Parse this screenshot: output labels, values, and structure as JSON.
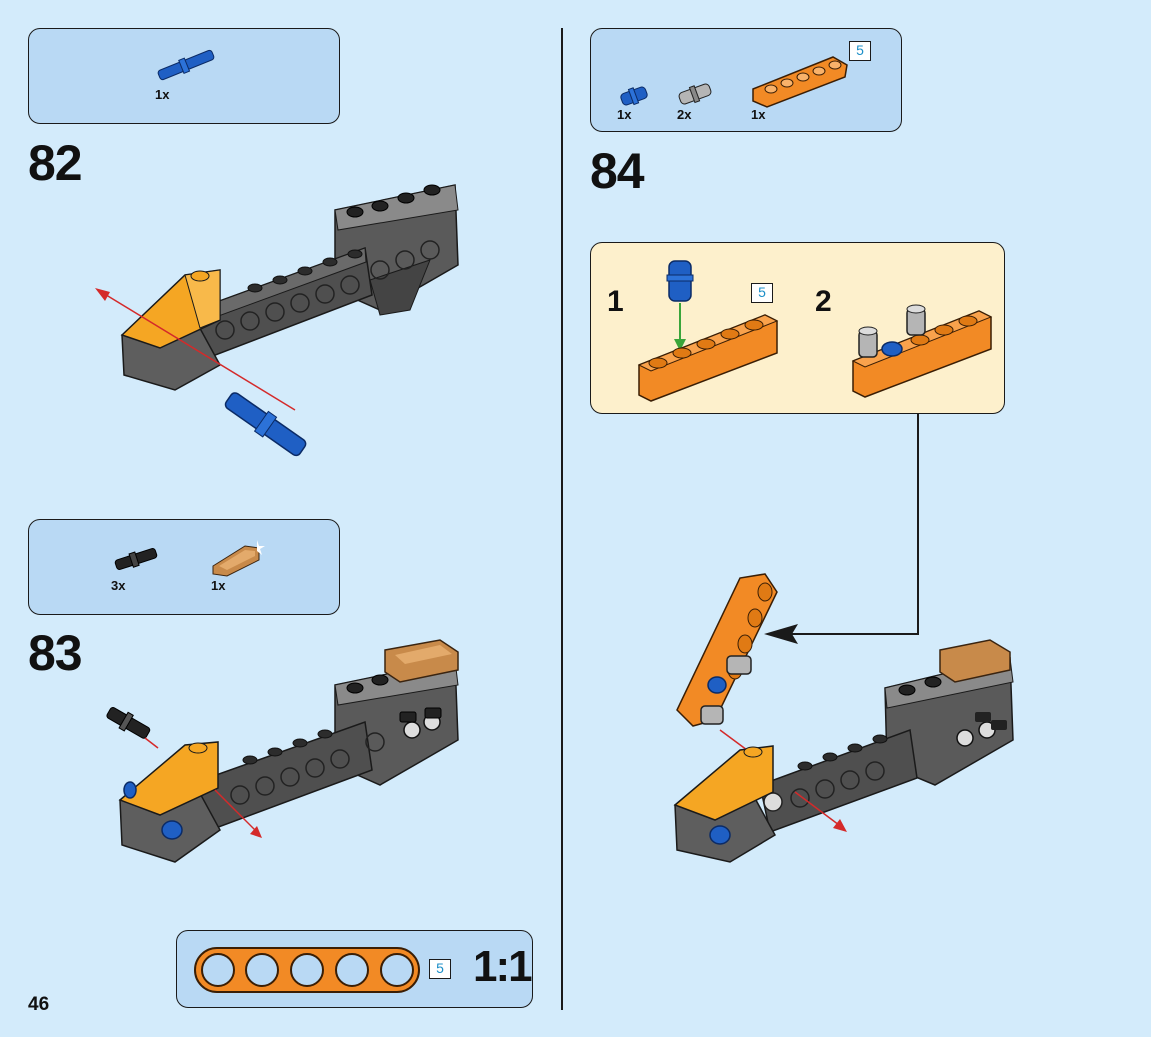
{
  "page": {
    "number": "46"
  },
  "steps": [
    {
      "number": "82",
      "parts": [
        {
          "qty": "1x",
          "icon": "blue-axle-pin-icon"
        }
      ]
    },
    {
      "number": "83",
      "parts": [
        {
          "qty": "3x",
          "icon": "black-pin-icon"
        },
        {
          "qty": "1x",
          "icon": "tan-slope-brick-icon"
        }
      ]
    },
    {
      "number": "84",
      "parts": [
        {
          "qty": "1x",
          "icon": "blue-pin-icon"
        },
        {
          "qty": "2x",
          "icon": "gray-pin-icon"
        },
        {
          "qty": "1x",
          "icon": "orange-beam-icon"
        }
      ],
      "beam_length": "5"
    }
  ],
  "substeps": [
    {
      "number": "1",
      "beam_length": "5"
    },
    {
      "number": "2"
    }
  ],
  "scale_guide": {
    "beam_length": "5",
    "label": "1:1"
  },
  "colors": {
    "background": "#d3ebfb",
    "parts_box": "#b9d9f4",
    "substep_box": "#fdf0cc",
    "orange": "#f28a25",
    "yellow": "#f5a623",
    "dark_gray": "#555555",
    "black": "#222222",
    "blue": "#1f5fc4",
    "red_arrow": "#d42a2a",
    "green_arrow": "#3aa53a",
    "badge_text": "#1c8fc8"
  }
}
